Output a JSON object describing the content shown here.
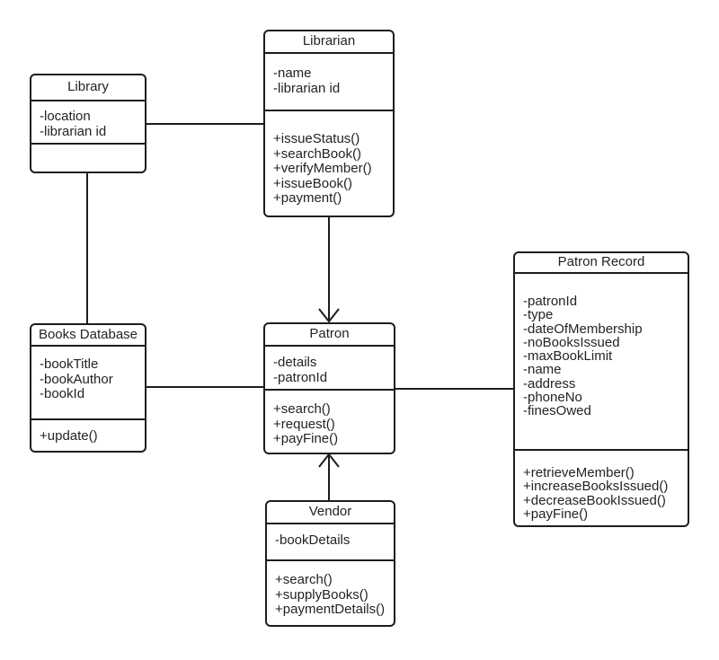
{
  "diagram": {
    "kind": "uml-class-diagram",
    "stroke_color": "#1d1d1b",
    "text_color": "#232323",
    "box_fill": "#ffffff",
    "background": "#ffffff"
  },
  "classes": {
    "library": {
      "name": "Library",
      "attributes": [
        "-location",
        "-librarian id"
      ],
      "methods": []
    },
    "librarian": {
      "name": "Librarian",
      "attributes": [
        "-name",
        "-librarian id"
      ],
      "methods": [
        "+issueStatus()",
        "+searchBook()",
        "+verifyMember()",
        "+issueBook()",
        "+payment()"
      ]
    },
    "books_database": {
      "name": "Books Database",
      "attributes": [
        "-bookTitle",
        "-bookAuthor",
        "-bookId"
      ],
      "methods": [
        "+update()"
      ]
    },
    "patron": {
      "name": "Patron",
      "attributes": [
        "-details",
        "-patronId"
      ],
      "methods": [
        "+search()",
        "+request()",
        "+payFine()"
      ]
    },
    "patron_record": {
      "name": "Patron Record",
      "attributes": [
        "-patronId",
        "-type",
        "-dateOfMembership",
        "-noBooksIssued",
        "-maxBookLimit",
        "-name",
        "-address",
        "-phoneNo",
        "-finesOwed"
      ],
      "methods": [
        "+retrieveMember()",
        "+increaseBooksIssued()",
        "+decreaseBookIssued()",
        "+payFine()"
      ]
    },
    "vendor": {
      "name": "Vendor",
      "attributes": [
        "-bookDetails"
      ],
      "methods": [
        "+search()",
        "+supplyBooks()",
        "+paymentDetails()"
      ]
    }
  },
  "relationships": [
    {
      "from": "Library",
      "to": "Librarian",
      "type": "association"
    },
    {
      "from": "Library",
      "to": "Books Database",
      "type": "association"
    },
    {
      "from": "Librarian",
      "to": "Patron",
      "type": "directed-association",
      "arrow_at": "Patron"
    },
    {
      "from": "Books Database",
      "to": "Patron",
      "type": "association"
    },
    {
      "from": "Patron",
      "to": "Patron Record",
      "type": "association"
    },
    {
      "from": "Vendor",
      "to": "Patron",
      "type": "directed-association",
      "arrow_at": "Patron"
    }
  ]
}
